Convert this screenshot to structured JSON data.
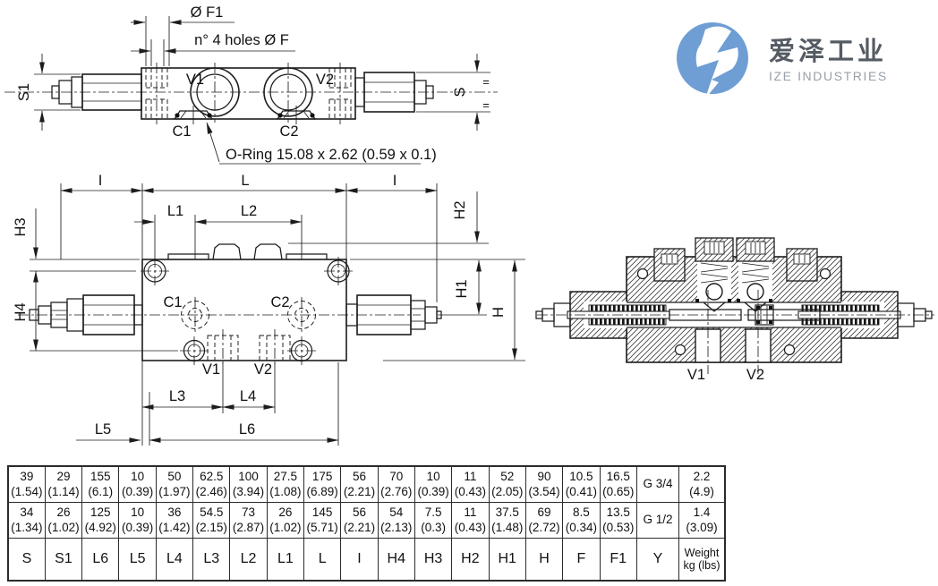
{
  "logo": {
    "cn": "爱泽工业",
    "en": "IZE INDUSTRIES",
    "circle_color": "#6f9ed4",
    "cn_color": "#555b63",
    "en_color": "#9aa0a7"
  },
  "drawing": {
    "line_color": "#1c1c1c",
    "labels": {
      "dia_f1": "Ø F1",
      "holes_note": "n° 4 holes Ø F",
      "oring_note": "O-Ring 15.08 x 2.62 (0.59 x 0.1)",
      "v1": "V1",
      "v2": "V2",
      "c1": "C1",
      "c2": "C2",
      "s": "S",
      "s1": "S1",
      "eq": "=",
      "i": "I",
      "l": "L",
      "l1": "L1",
      "l2": "L2",
      "l3": "L3",
      "l4": "L4",
      "l5": "L5",
      "l6": "L6",
      "h": "H",
      "h1": "H1",
      "h2": "H2",
      "h3": "H3",
      "h4": "H4"
    }
  },
  "table": {
    "headers": [
      "S",
      "S1",
      "L6",
      "L5",
      "L4",
      "L3",
      "L2",
      "L1",
      "L",
      "I",
      "H4",
      "H3",
      "H2",
      "H1",
      "H",
      "F",
      "F1",
      "Y",
      "Weight\nkg (lbs)"
    ],
    "rows": [
      [
        "39\n(1.54)",
        "29\n(1.14)",
        "155\n(6.1)",
        "10\n(0.39)",
        "50\n(1.97)",
        "62.5\n(2.46)",
        "100\n(3.94)",
        "27.5\n(1.08)",
        "175\n(6.89)",
        "56\n(2.21)",
        "70\n(2.76)",
        "10\n(0.39)",
        "11\n(0.43)",
        "52\n(2.05)",
        "90\n(3.54)",
        "10.5\n(0.41)",
        "16.5\n(0.65)",
        "G 3/4",
        "2.2\n(4.9)"
      ],
      [
        "34\n(1.34)",
        "26\n(1.02)",
        "125\n(4.92)",
        "10\n(0.39)",
        "36\n(1.42)",
        "54.5\n(2.15)",
        "73\n(2.87)",
        "26\n(1.02)",
        "145\n(5.71)",
        "56\n(2.21)",
        "54\n(2.13)",
        "7.5\n(0.3)",
        "11\n(0.43)",
        "37.5\n(1.48)",
        "69\n(2.72)",
        "8.5\n(0.34)",
        "13.5\n(0.53)",
        "G 1/2",
        "1.4\n(3.09)"
      ]
    ]
  }
}
